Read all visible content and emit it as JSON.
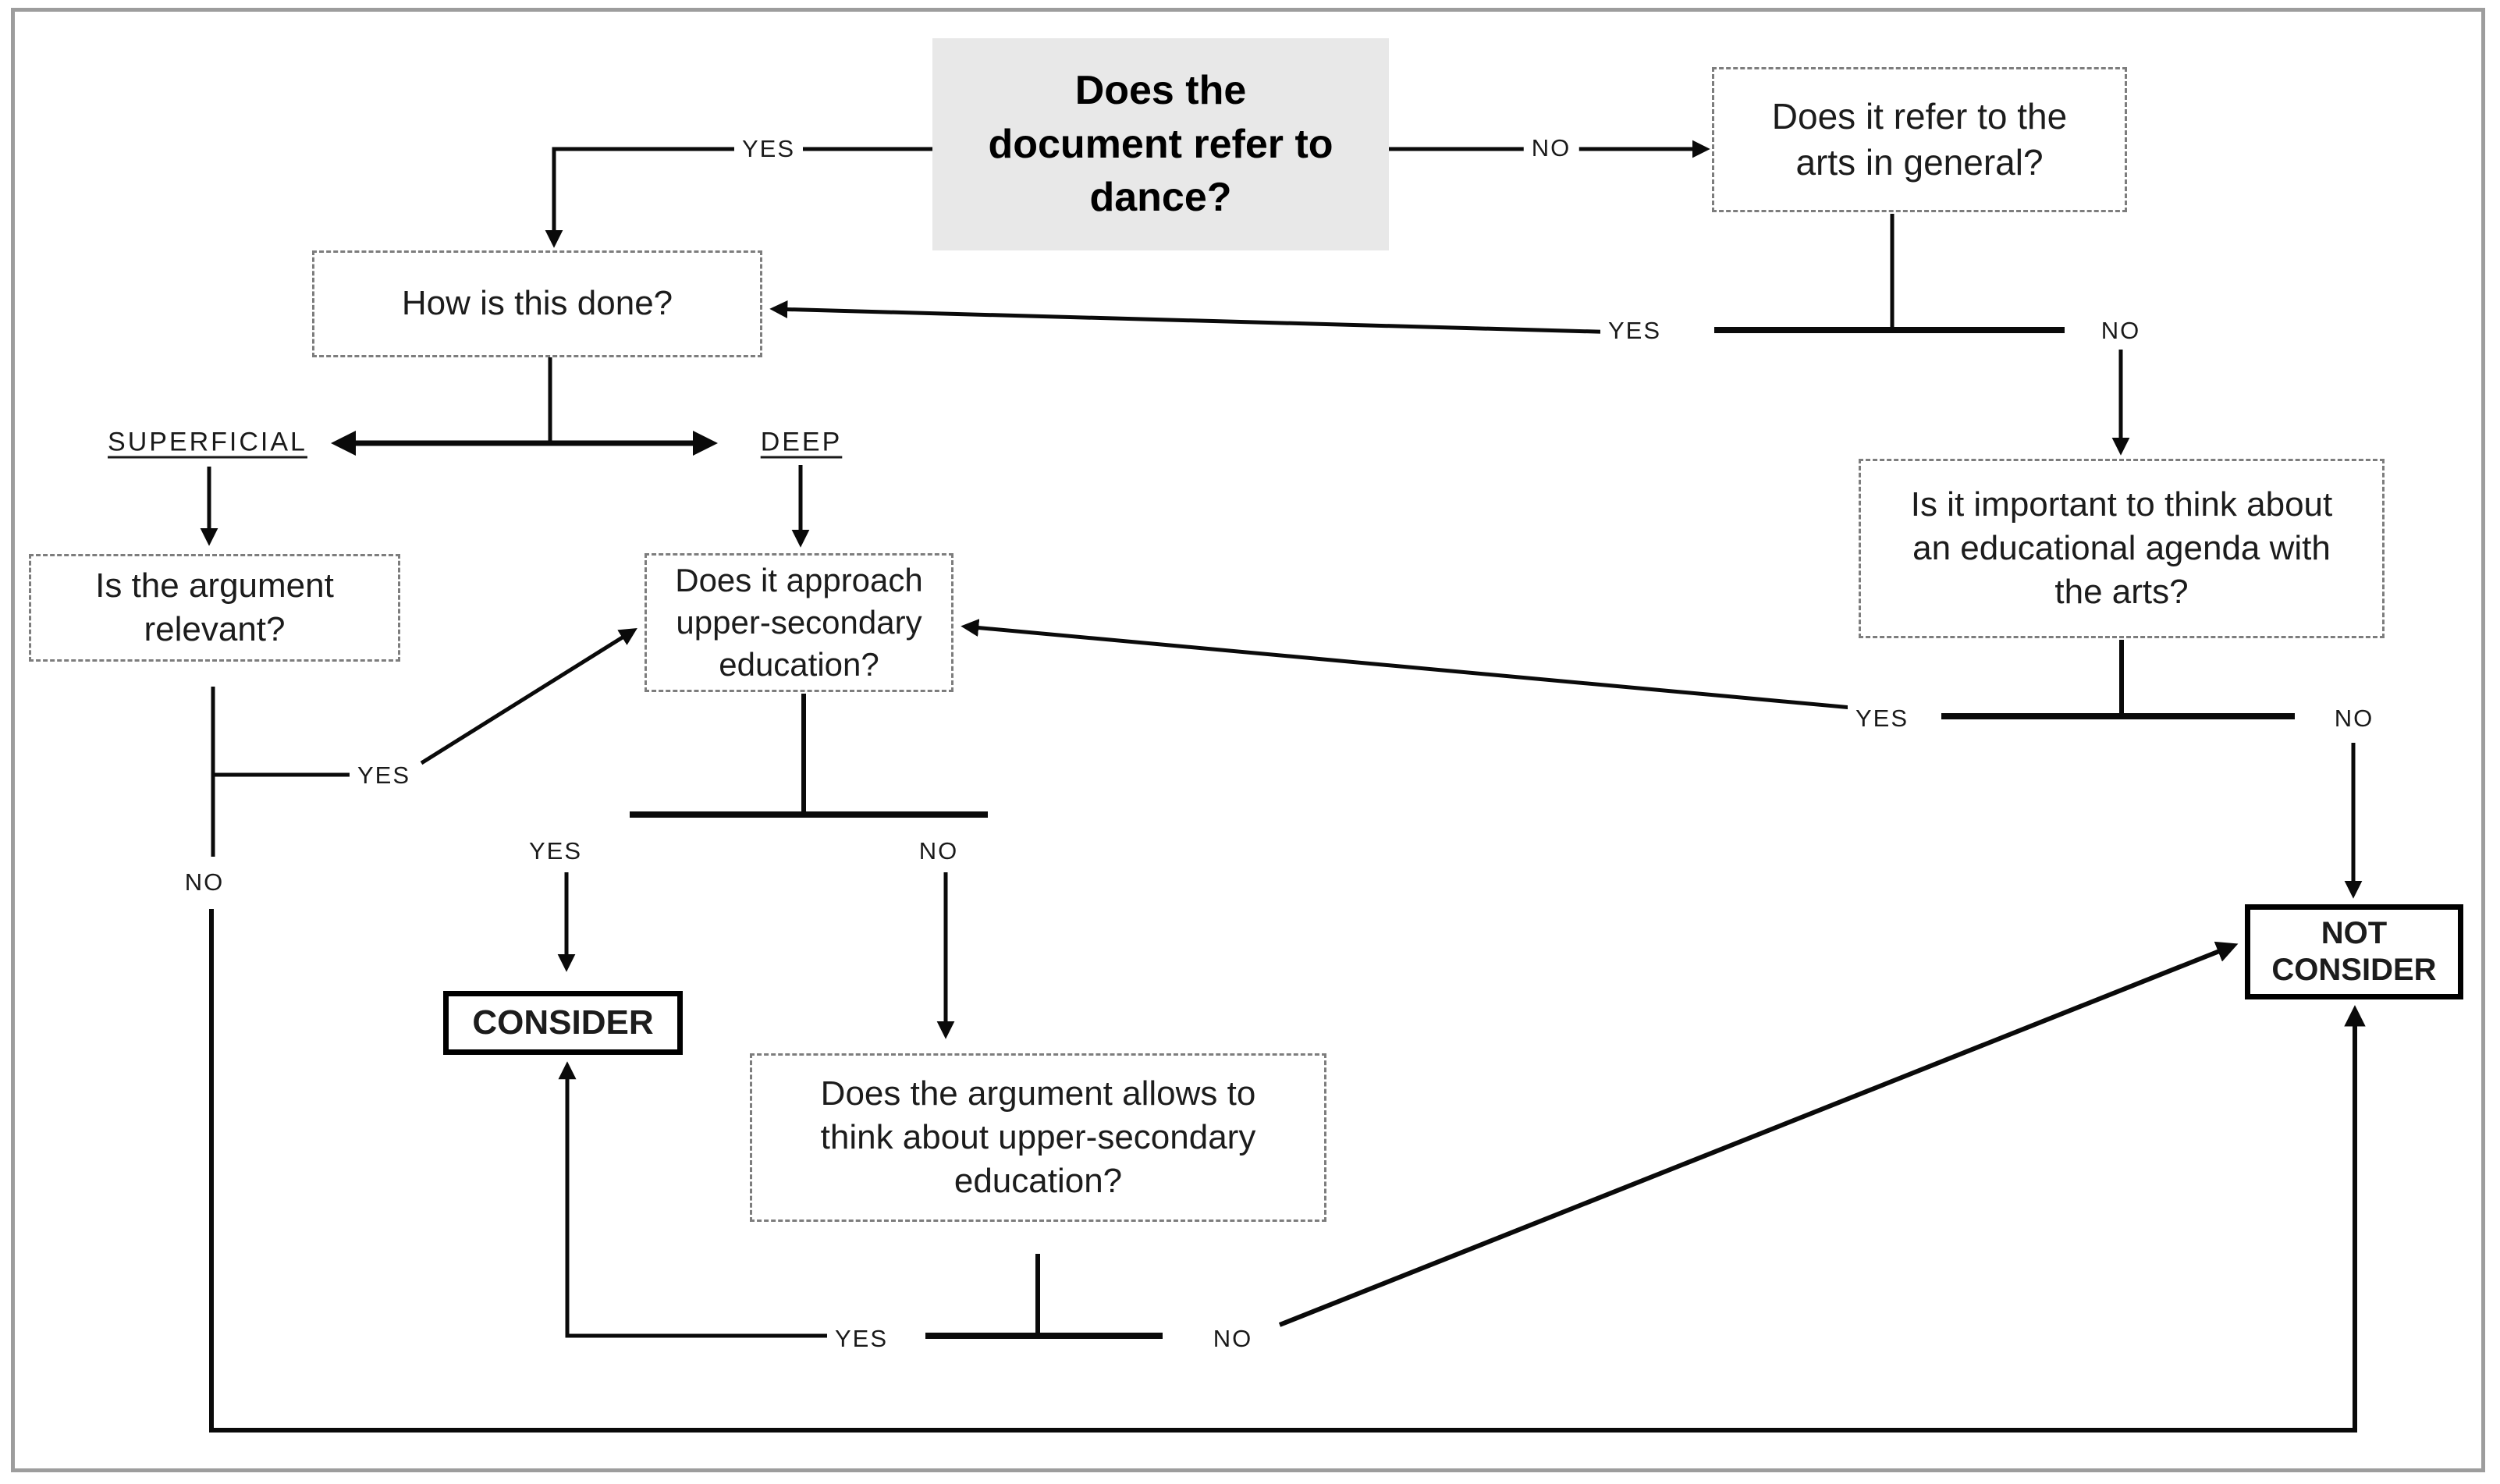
{
  "diagram": {
    "title": "Does the\ndocument refer to\ndance?",
    "nodes": {
      "arts": "Does it refer to the\narts in general?",
      "how": "How is this done?",
      "relevant": "Is the argument\nrelevant?",
      "approach": "Does it approach\nupper-secondary\neducation?",
      "important": "Is it important to think about\nan educational agenda with\nthe arts?",
      "allows": "Does the argument allows to\nthink about upper-secondary\neducation?",
      "consider": "CONSIDER",
      "not_consider": "NOT\nCONSIDER"
    },
    "branch_labels": {
      "superficial": "SUPERFICIAL",
      "deep": "DEEP"
    },
    "edge_labels": {
      "root_yes": "YES",
      "root_no": "NO",
      "arts_yes": "YES",
      "arts_no": "NO",
      "relevant_yes": "YES",
      "relevant_no": "NO",
      "approach_yes": "YES",
      "approach_no": "NO",
      "important_yes": "YES",
      "important_no": "NO",
      "allows_yes": "YES",
      "allows_no": "NO"
    },
    "colors": {
      "line": "#0a0a0a",
      "title_background": "#e8e8e8",
      "dashed_border": "#7d7d7d",
      "frame_border": "#9d9d9d"
    }
  }
}
